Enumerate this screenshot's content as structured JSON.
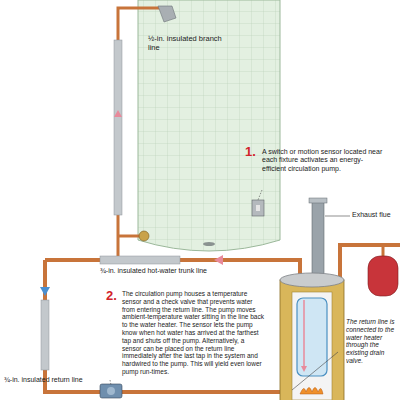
{
  "diagram": {
    "labels": [
      "½-in. insulated branch line",
      "1.",
      "A switch or motion sensor located near each fixture activates an energy-efficient circulation pump.",
      "Exhaust flue",
      "¾-in. insulated hot-water trunk line",
      "2.",
      "The circulation pump houses a temperature sensor and a check valve that prevents water from entering the return line. The pump moves ambient-temperature water sitting in the line back to the water heater. The sensor lets the pump know when hot water has arrived at the farthest tap and shuts off the pump. Alternatively, a sensor can be placed on the return line immediately after the last tap in the system and hardwired to the pump. This will yield even lower pump run-times.",
      "The return line is connected to the water heater through the existing drain valve.",
      "¾-in. insulated return line"
    ]
  }
}
